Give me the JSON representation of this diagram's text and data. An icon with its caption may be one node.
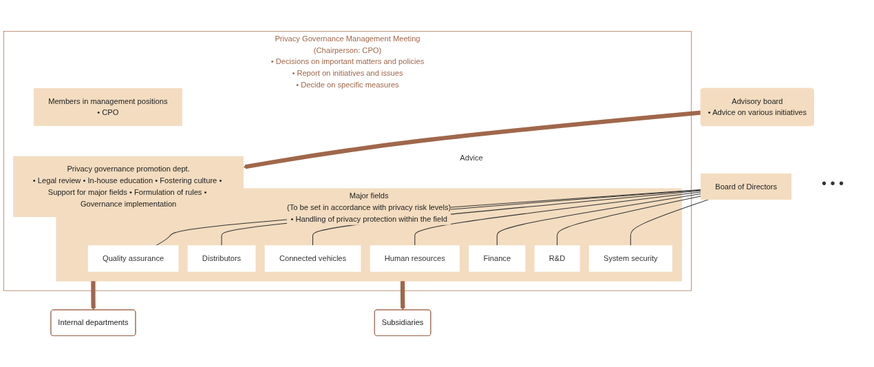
{
  "diagram": {
    "nodes": [
      {
        "text": [
          "Board of Directors"
        ]
      },
      {
        "text": [
          "Privacy Governance Management Meeting",
          "(Chairperson: CPO)",
          "• Decisions on important matters and policies",
          "• Report on initiatives and issues",
          "• Decide on specific measures"
        ]
      },
      {
        "text": [
          "Members in management positions",
          "• CPO"
        ],
        "in": 1
      },
      {
        "text": [
          "Privacy governance promotion dept.",
          "• Legal review • In-house education • Fostering culture • Support for major fields • Formulation of rules • Governance implementation"
        ],
        "in": 1
      },
      {
        "text": [
          "Major fields",
          "(To be set in accordance with privacy risk levels)",
          "• Handling of privacy protection within the field"
        ],
        "in": 1
      },
      {
        "text": [
          "Quality assurance"
        ],
        "in": 4
      },
      {
        "text": [
          "Distributors"
        ],
        "in": 4
      },
      {
        "text": [
          "Connected vehicles"
        ],
        "in": 4
      },
      {
        "text": [
          "Human resources"
        ],
        "in": 4
      },
      {
        "text": [
          "Finance"
        ],
        "in": 4
      },
      {
        "text": [
          "R&D"
        ],
        "in": 4
      },
      {
        "text": [
          "System security"
        ],
        "in": 4
      },
      {
        "text": [
          "Advisory board",
          "• Advice on various initiatives"
        ]
      },
      {
        "text": [
          "Internal departments"
        ]
      },
      {
        "text": [
          "Subsidiaries"
        ]
      }
    ],
    "edges": [
      {
        "from": 0,
        "to": 5,
        "arrow": "none"
      },
      {
        "from": 0,
        "to": 6,
        "arrow": "none"
      },
      {
        "from": 0,
        "to": 7,
        "arrow": "none"
      },
      {
        "from": 0,
        "to": 8,
        "arrow": "none"
      },
      {
        "from": 0,
        "to": 9,
        "arrow": "none"
      },
      {
        "from": 0,
        "to": 10,
        "arrow": "none"
      },
      {
        "from": 0,
        "to": 11,
        "arrow": "none"
      },
      {
        "from": 12,
        "to": 3,
        "arrow": "to",
        "label": "Advice",
        "style": "thick",
        "color": "#a0674b"
      },
      {
        "from": 4,
        "to": 13,
        "arrow": "to",
        "style": "thick",
        "color": "#a0674b"
      },
      {
        "from": 4,
        "to": 14,
        "arrow": "to",
        "style": "thick",
        "color": "#a0674b"
      }
    ],
    "labels": [
      "• • •"
    ]
  }
}
